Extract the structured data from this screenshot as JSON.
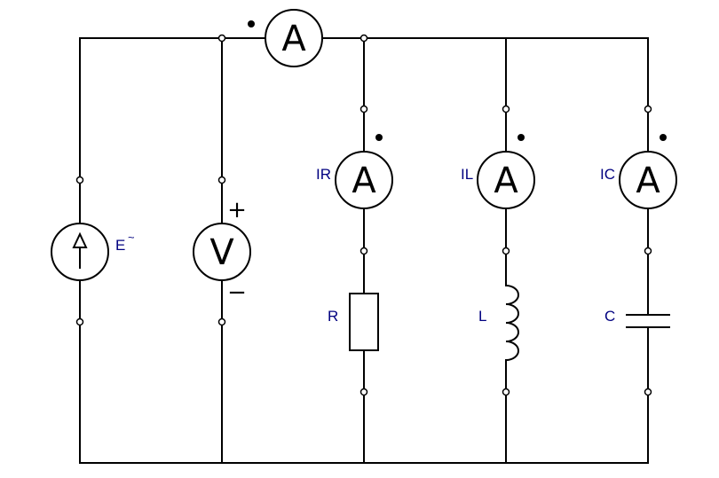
{
  "labels": {
    "source": "E",
    "source_tilde": "~",
    "ir": "IR",
    "il": "IL",
    "ic": "IC",
    "r": "R",
    "l": "L",
    "c": "C"
  },
  "meters": {
    "ammeter_symbol": "A",
    "voltmeter_symbol": "V"
  },
  "polarity": {
    "plus": "+",
    "minus": "−"
  },
  "colors": {
    "wire": "#000000",
    "label": "#000080",
    "background": "#ffffff"
  }
}
